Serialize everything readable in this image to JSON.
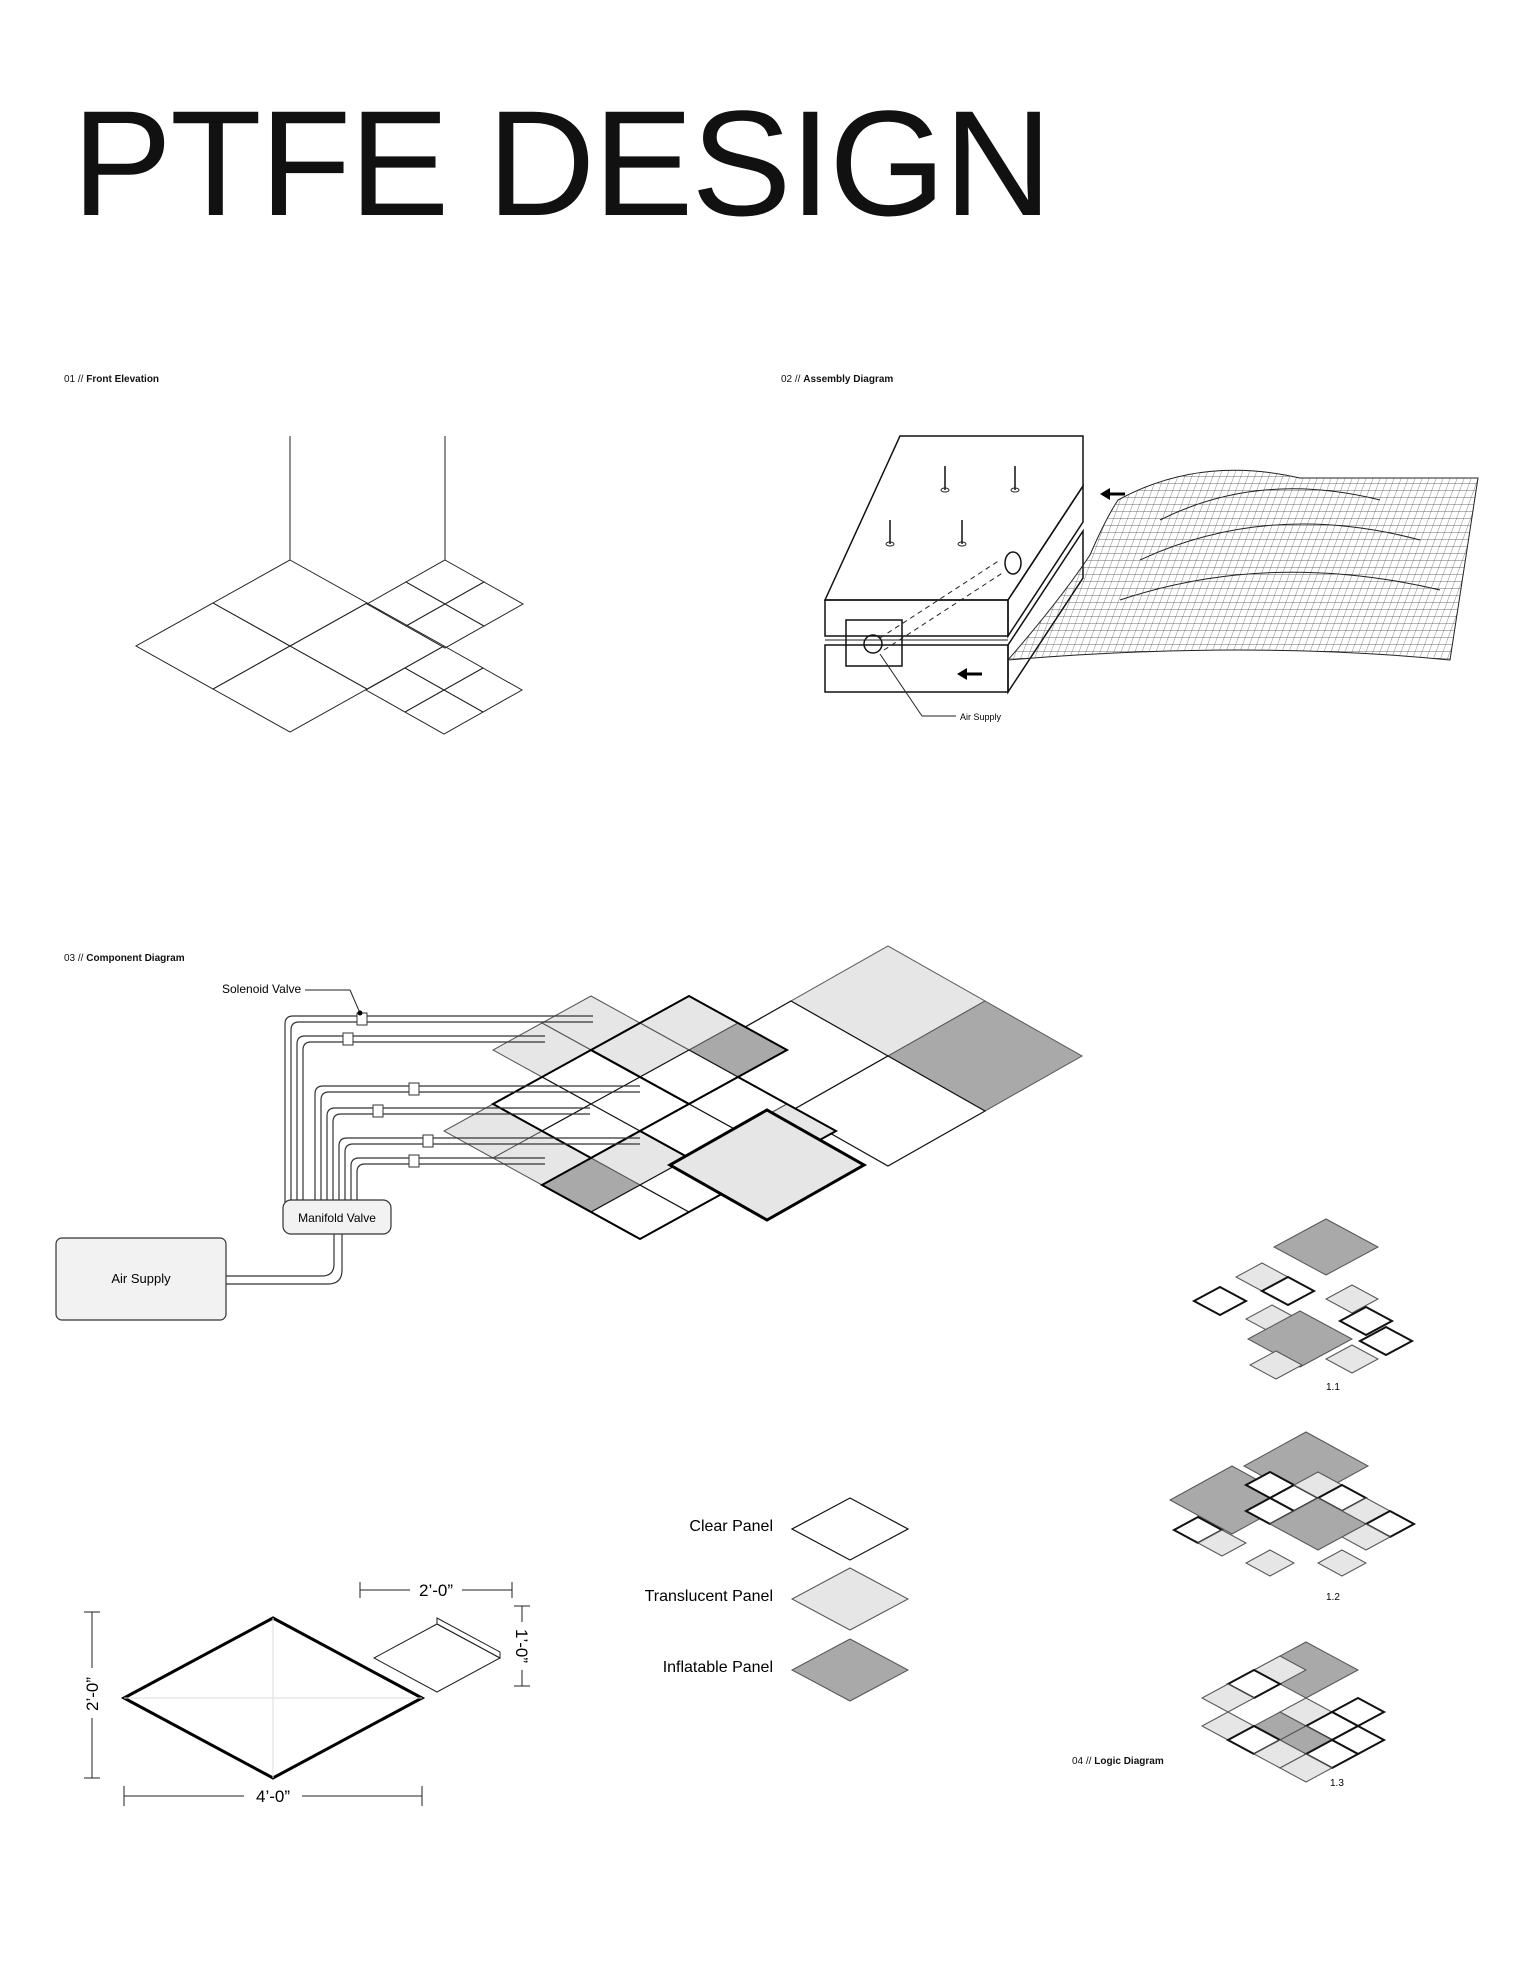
{
  "title": "PTFE DESIGN",
  "sections": {
    "s01": {
      "number": "01 //",
      "name": "Front Elevation"
    },
    "s02": {
      "number": "02 //",
      "name": "Assembly Diagram",
      "callout": "Air Supply"
    },
    "s03": {
      "number": "03 //",
      "name": "Component Diagram",
      "solenoid": "Solenoid Valve",
      "manifold": "Manifold Valve",
      "supply": "Air Supply"
    },
    "s04": {
      "number": "04 //",
      "name": "Logic Diagram",
      "variants": [
        "1.1",
        "1.2",
        "1.3"
      ]
    }
  },
  "legend": {
    "clear": "Clear Panel",
    "translucent": "Translucent Panel",
    "inflatable": "Inflatable Panel"
  },
  "dimensions": {
    "large_width": "4’-0”",
    "large_depth": "2’-0”",
    "small_width": "2’-0”",
    "small_depth": "1’-0”"
  },
  "colors": {
    "clear": "#ffffff",
    "translucent": "#e6e6e6",
    "inflatable": "#a9a9a9",
    "line": "#111111"
  }
}
